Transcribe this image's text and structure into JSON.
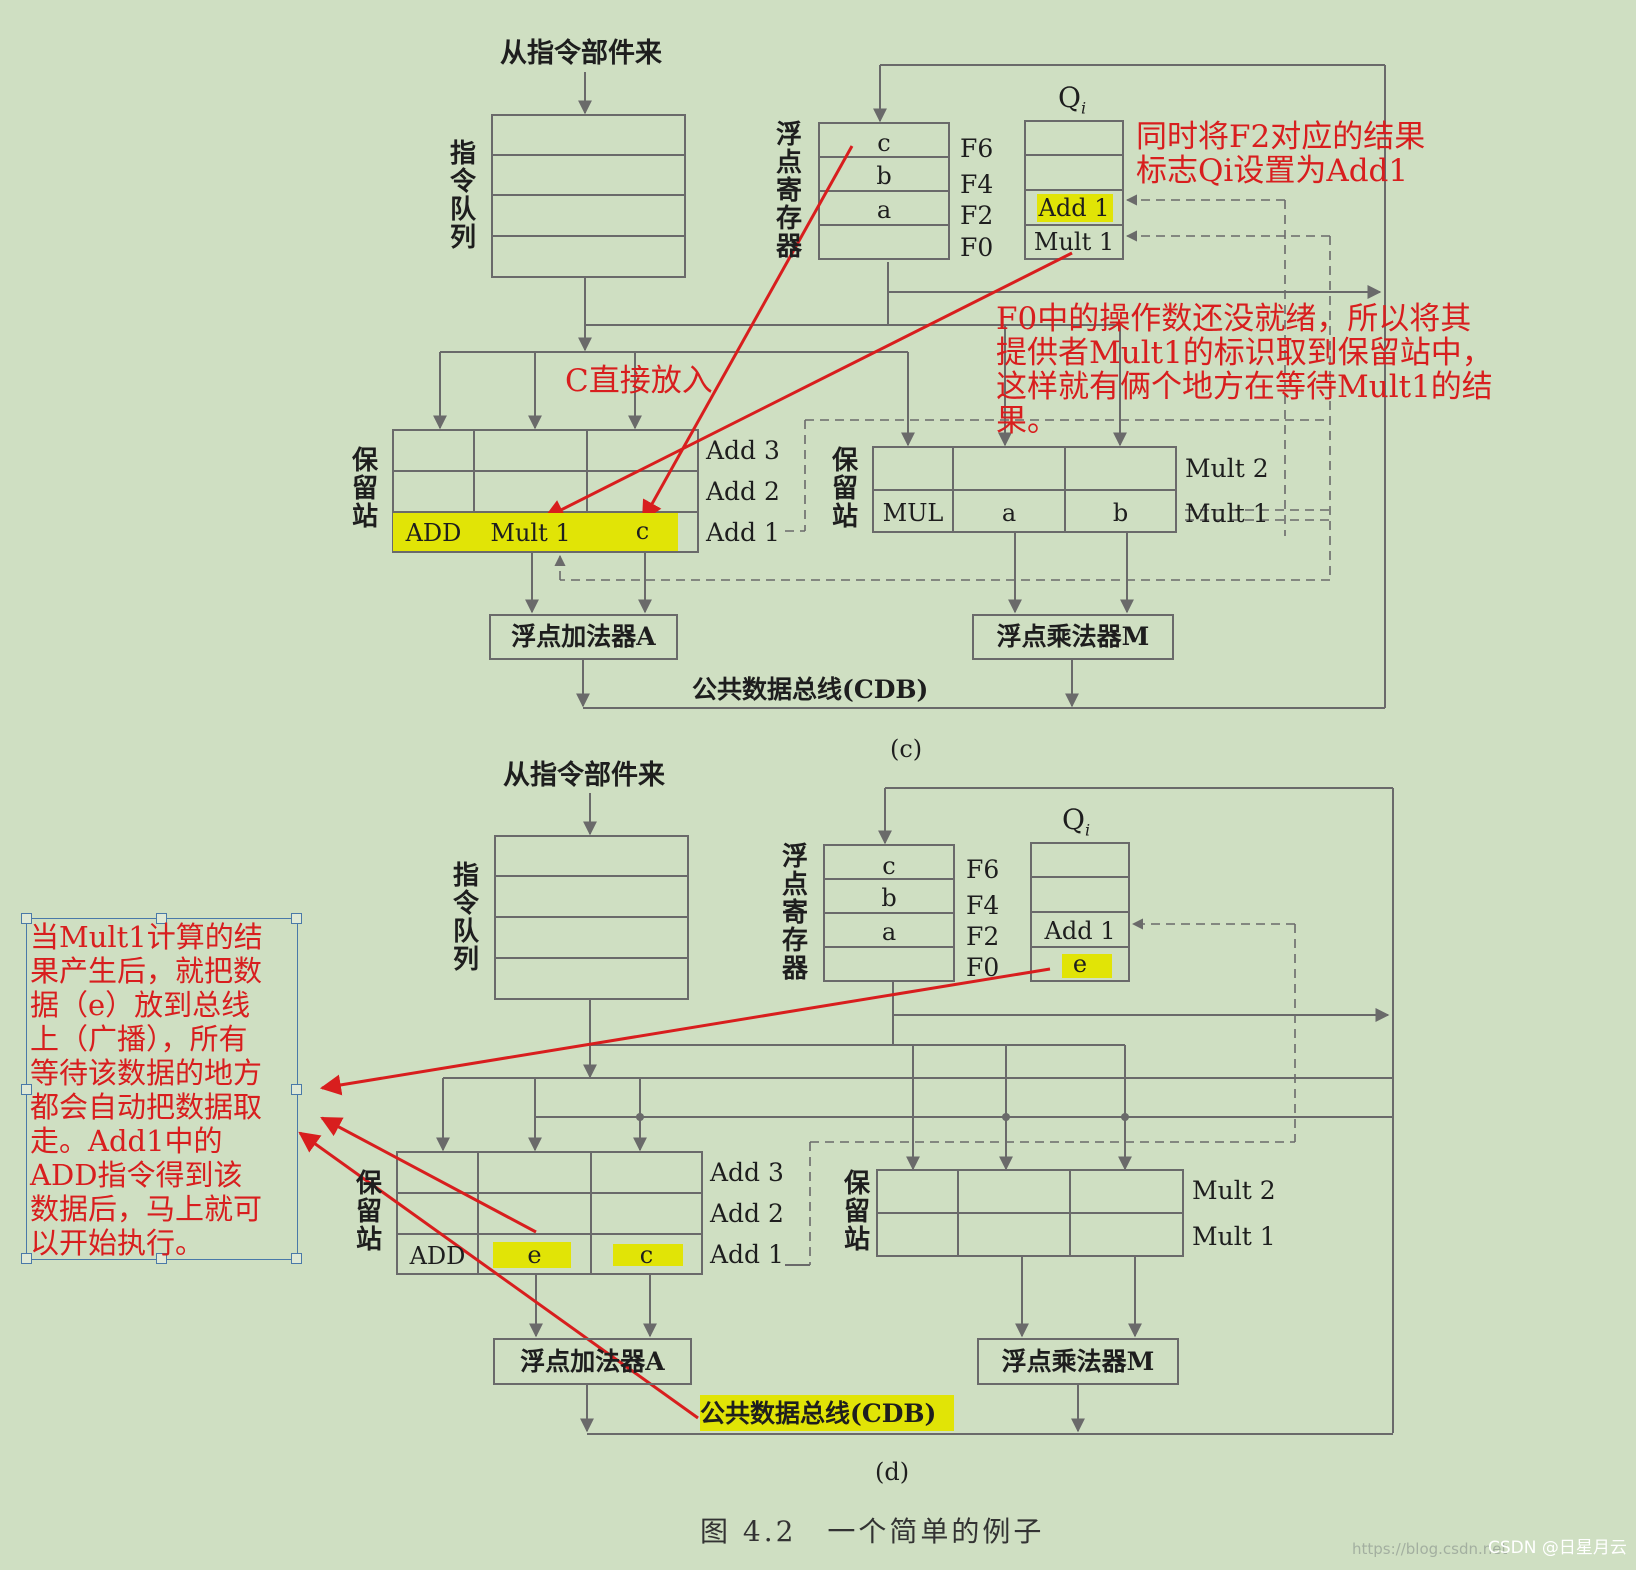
{
  "diagram_c": {
    "source_label": "从指令部件来",
    "instruction_queue_label": "指令队列",
    "fp_register_label": "浮点寄存器",
    "qi_label": "Q",
    "qi_sub": "i",
    "registers": [
      {
        "name": "F6",
        "value": "c",
        "qi": ""
      },
      {
        "name": "F4",
        "value": "b",
        "qi": ""
      },
      {
        "name": "F2",
        "value": "a",
        "qi": "Add 1"
      },
      {
        "name": "F0",
        "value": "",
        "qi": "Mult 1"
      }
    ],
    "add_rs_label": "保留站",
    "add_rs_rows": [
      {
        "name": "Add 3",
        "op": "",
        "src1": "",
        "src2": ""
      },
      {
        "name": "Add 2",
        "op": "",
        "src1": "",
        "src2": ""
      },
      {
        "name": "Add 1",
        "op": "ADD",
        "src1": "Mult 1",
        "src2": "c"
      }
    ],
    "mult_rs_label": "保留站",
    "mult_rs_rows": [
      {
        "name": "Mult 2",
        "op": "",
        "src1": "",
        "src2": ""
      },
      {
        "name": "Mult 1",
        "op": "MUL",
        "src1": "a",
        "src2": "b"
      }
    ],
    "adder_label": "浮点加法器A",
    "multiplier_label": "浮点乘法器M",
    "cdb_label": "公共数据总线(CDB)",
    "caption": "(c)",
    "annotations": {
      "qi_note_line1": "同时将F2对应的结果",
      "qi_note_line2": "标志Qi设置为Add1",
      "direct_note": "C直接放入",
      "f0_note_line1": "F0中的操作数还没就绪，所以将其",
      "f0_note_line2": "提供者Mult1的标识取到保留站中，",
      "f0_note_line3": "这样就有俩个地方在等待Mult1的结",
      "f0_note_line4": "果。"
    }
  },
  "diagram_d": {
    "source_label": "从指令部件来",
    "instruction_queue_label": "指令队列",
    "fp_register_label": "浮点寄存器",
    "qi_label": "Q",
    "qi_sub": "i",
    "registers": [
      {
        "name": "F6",
        "value": "c",
        "qi": ""
      },
      {
        "name": "F4",
        "value": "b",
        "qi": ""
      },
      {
        "name": "F2",
        "value": "a",
        "qi": "Add 1"
      },
      {
        "name": "F0",
        "value": "",
        "qi": "e"
      }
    ],
    "add_rs_label": "保留站",
    "add_rs_rows": [
      {
        "name": "Add 3",
        "op": "",
        "src1": "",
        "src2": ""
      },
      {
        "name": "Add 2",
        "op": "",
        "src1": "",
        "src2": ""
      },
      {
        "name": "Add 1",
        "op": "ADD",
        "src1": "e",
        "src2": "c"
      }
    ],
    "mult_rs_label": "保留站",
    "mult_rs_rows": [
      {
        "name": "Mult 2",
        "op": "",
        "src1": "",
        "src2": ""
      },
      {
        "name": "Mult 1",
        "op": "",
        "src1": "",
        "src2": ""
      }
    ],
    "adder_label": "浮点加法器A",
    "multiplier_label": "浮点乘法器M",
    "cdb_label": "公共数据总线(CDB)",
    "caption": "(d)",
    "annotations": {
      "broadcast_lines": [
        "当Mult1计算的结",
        "果产生后，就把数",
        "据（e）放到总线",
        "上（广播），所有",
        "等待该数据的地方",
        "都会自动把数据取",
        "走。Add1中的",
        "ADD指令得到该",
        "数据后，马上就可",
        "以开始执行。"
      ]
    }
  },
  "figure_caption": "图 4.2　一个简单的例子",
  "watermark": "https://blog.csdn.net",
  "watermark2": "CSDN @日星月云",
  "colors": {
    "background": "#cfdfc2",
    "highlight": "#e1e406",
    "annotation_red": "#d81e1e",
    "line_gray": "#6a6a6a"
  }
}
